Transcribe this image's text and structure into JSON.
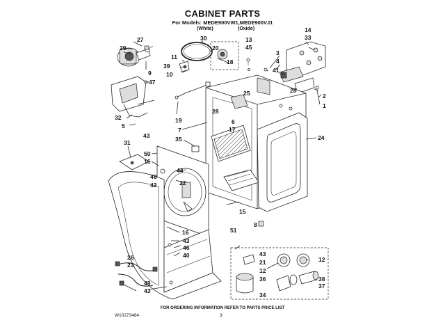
{
  "header": {
    "title": "CABINET PARTS",
    "models": "For Models: MEDE900VW1,MEDE900VJ1",
    "color_white": "(White)",
    "color_oxide": "(Oxide)"
  },
  "callouts": {
    "c27": "27",
    "c29": "29",
    "c9": "9",
    "c47": "47",
    "c32": "32",
    "c5": "5",
    "c30": "30",
    "c11": "11",
    "c39": "39",
    "c10": "10",
    "c13": "13",
    "c45": "45",
    "c20": "20",
    "c18": "18",
    "c14": "14",
    "c33": "33",
    "c3": "3",
    "c4": "4",
    "c41": "41",
    "c28a": "28",
    "c2": "2",
    "c1": "1",
    "c24": "24",
    "c25": "25",
    "c28b": "28",
    "c6": "6",
    "c17": "17",
    "c7": "7",
    "c19": "19",
    "c43a": "43",
    "c35": "35",
    "c31": "31",
    "c50": "50",
    "c16a": "16",
    "c44": "44",
    "c48": "48",
    "c42": "42",
    "c22": "22",
    "c15": "15",
    "c8": "8",
    "c51": "51",
    "c16b": "16",
    "c43b": "43",
    "c46": "46",
    "c40": "40",
    "c26": "26",
    "c23": "23",
    "c49": "49",
    "c43c": "43",
    "c43d": "43",
    "c21": "21",
    "c12a": "12",
    "c12b": "12",
    "c36": "36",
    "c38": "38",
    "c37": "37",
    "c34": "34"
  },
  "footer": {
    "note": "FOR ORDERING INFORMATION REFER TO PARTS PRICE LIST",
    "doc_number": "W10273484",
    "page_number": "3"
  }
}
